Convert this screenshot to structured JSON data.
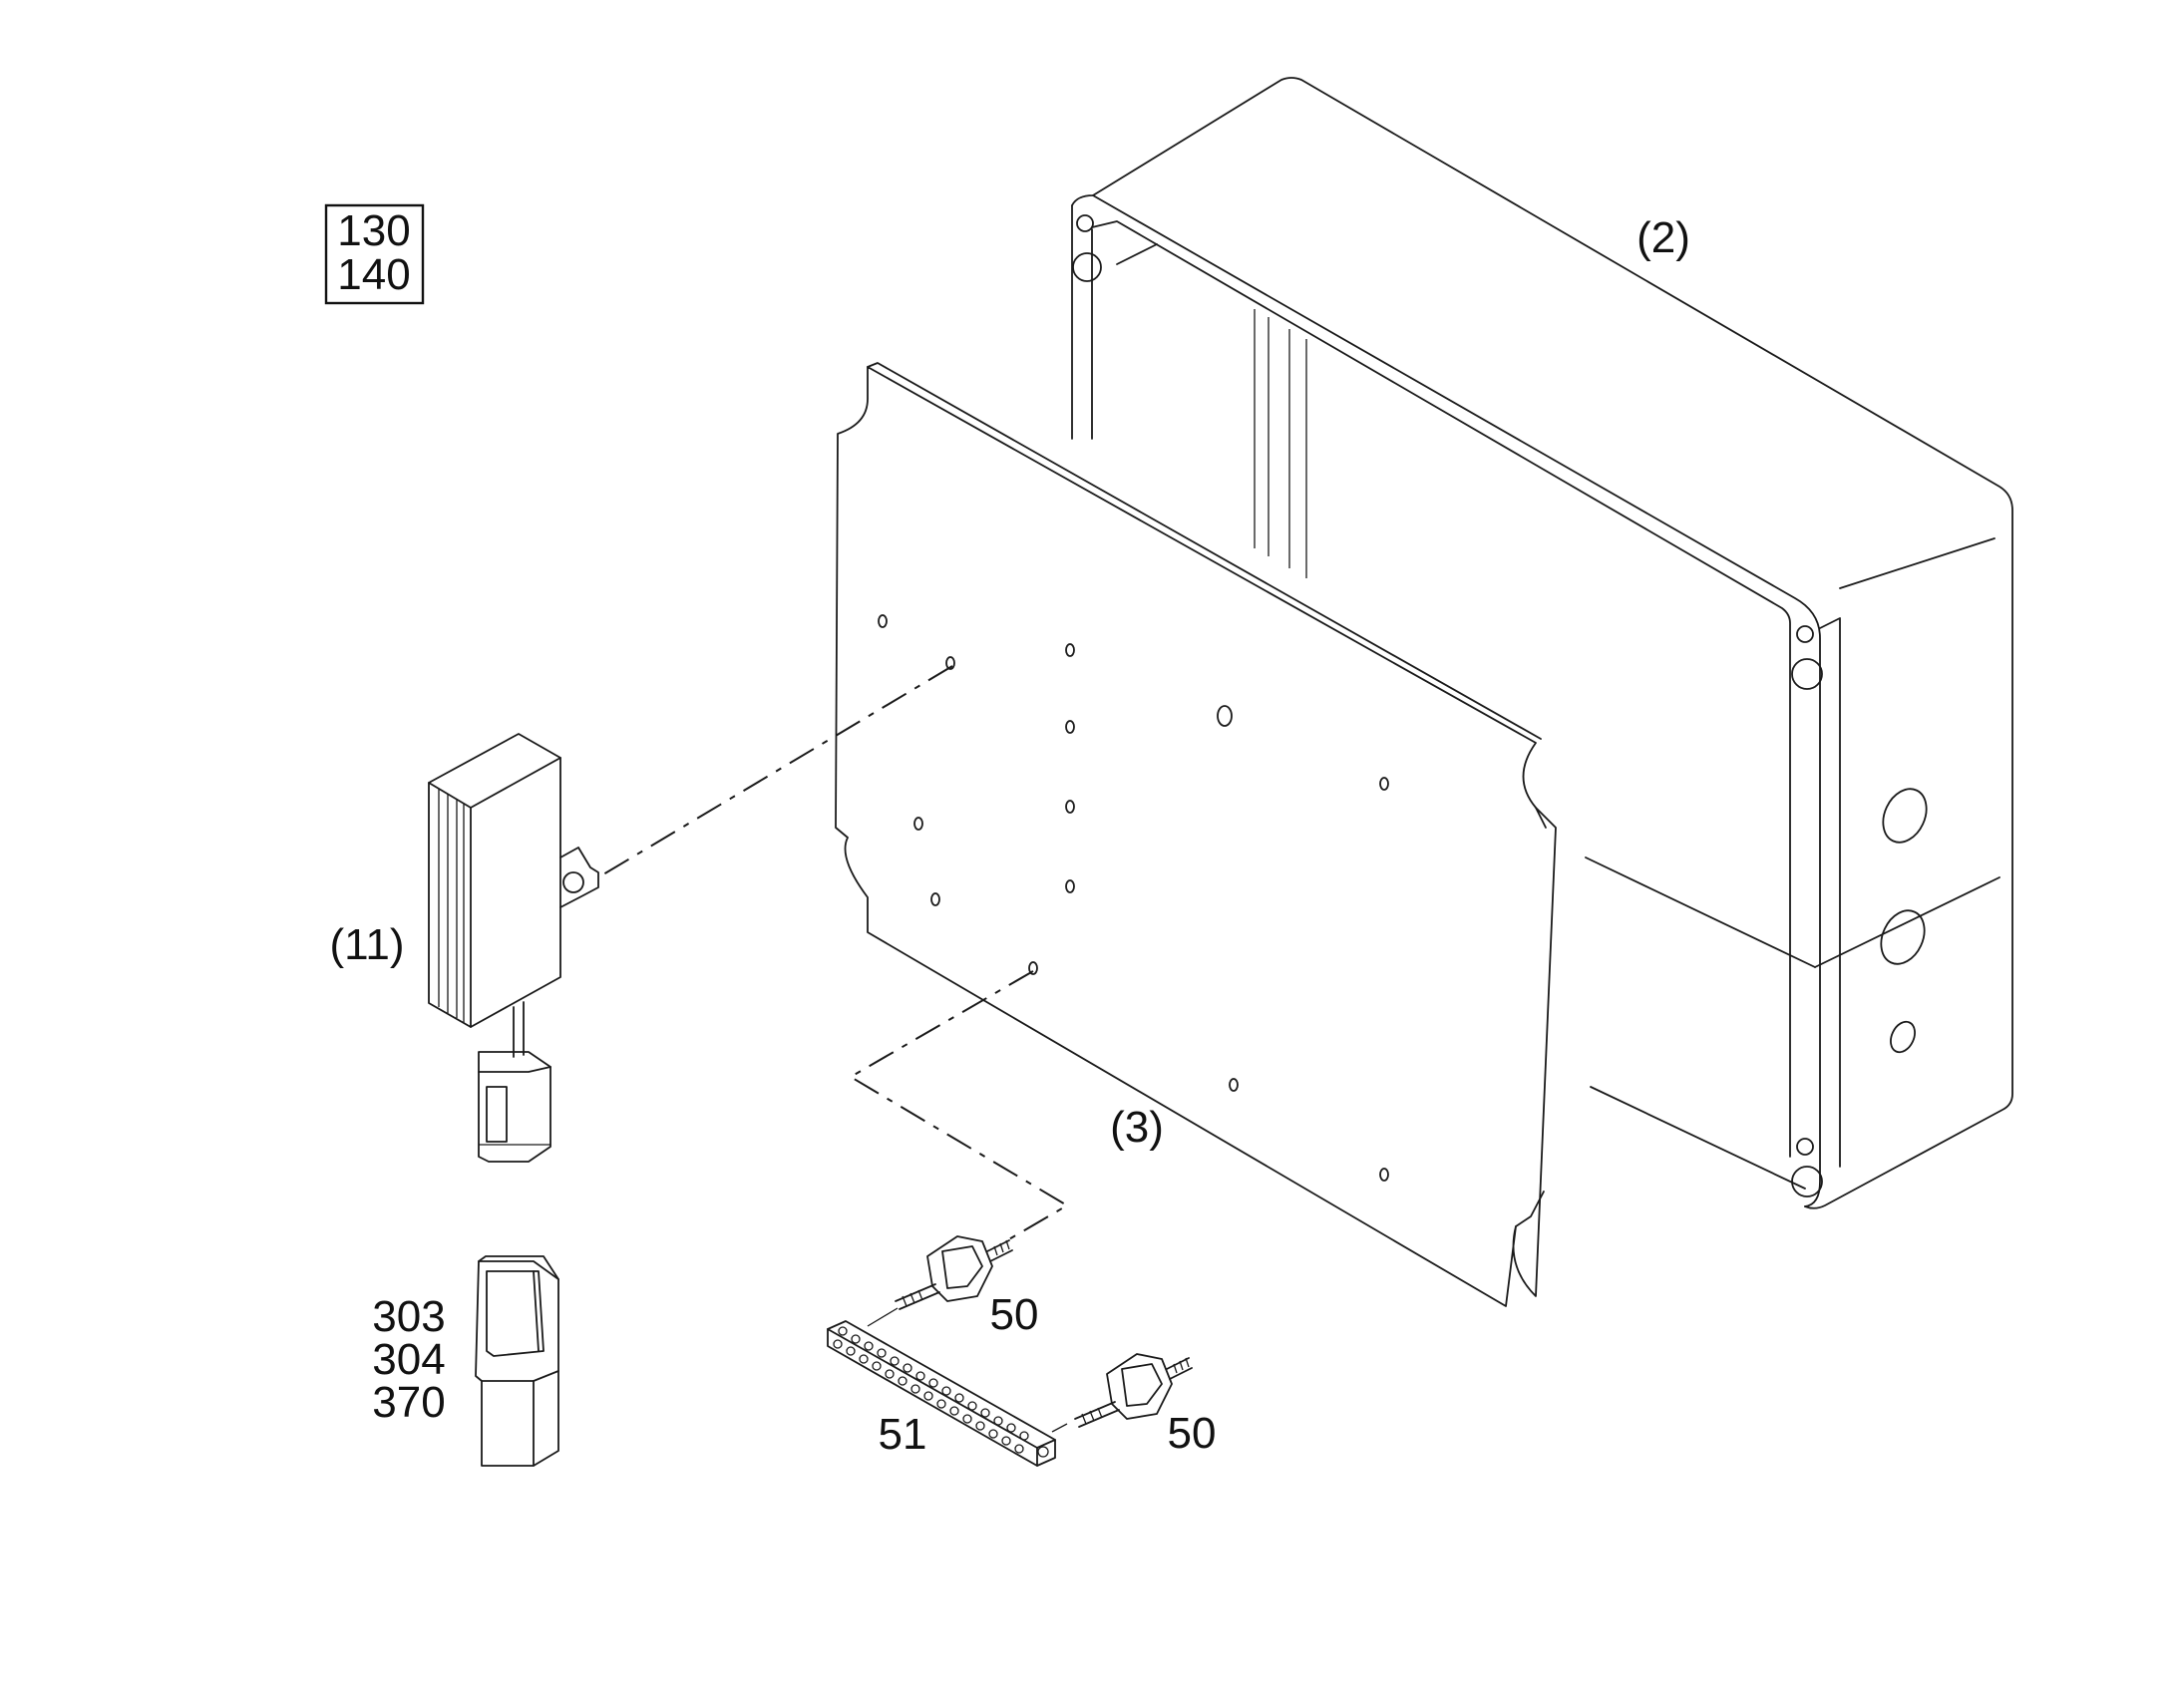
{
  "reference_box": {
    "line1": "130",
    "line2": "140"
  },
  "labels": {
    "enclosure": "(2)",
    "mounting_plate": "(3)",
    "heater": "(11)",
    "connector_parts": [
      "303",
      "304",
      "370"
    ],
    "standoff_upper": "50",
    "standoff_lower": "50",
    "terminal_bar": "51"
  }
}
